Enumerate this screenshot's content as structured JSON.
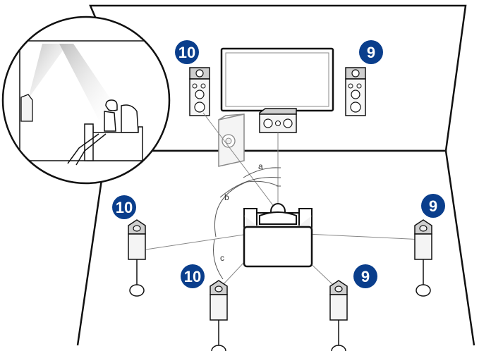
{
  "colors": {
    "badge": "#0a3e8c",
    "line": "#111111",
    "speaker_fill": "#f2f2f2",
    "speaker_top": "#cfcfcf",
    "ceiling_beam": "#d8d8d8"
  },
  "badges": {
    "front_left": "10",
    "front_right": "9",
    "surround_left": "10",
    "surround_right": "9",
    "back_left": "10",
    "back_right": "9"
  },
  "angles": {
    "a": "a",
    "b": "b",
    "c": "c"
  },
  "icons": {
    "elevation_speaker": "dolby-elevation-speaker-icon",
    "bookshelf_speaker": "bookshelf-speaker-icon",
    "center_speaker": "center-speaker-icon",
    "subwoofer": "subwoofer-icon",
    "listener": "listener-on-sofa-icon",
    "tv": "tv-icon"
  }
}
